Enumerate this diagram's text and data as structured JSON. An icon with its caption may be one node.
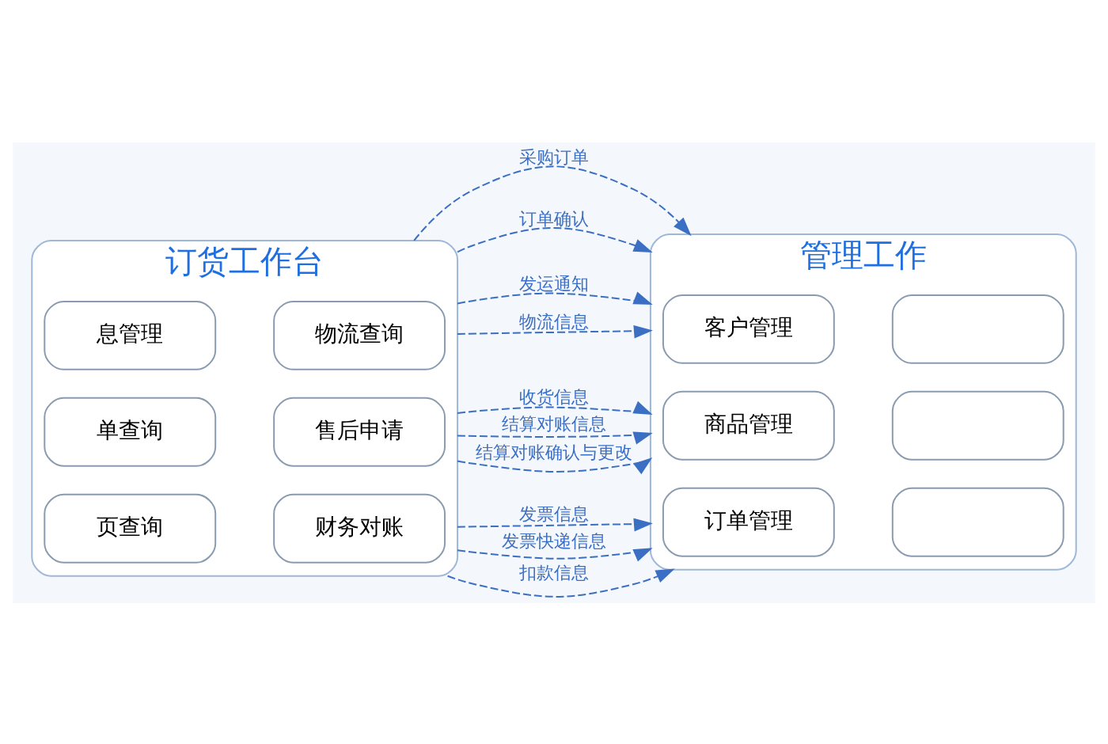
{
  "diagram": {
    "nodes": [
      {
        "text": [
          "订货工作台"
        ]
      },
      {
        "text": [
          "息管理"
        ],
        "in": 0
      },
      {
        "text": [
          "物流查询"
        ],
        "in": 0
      },
      {
        "text": [
          "单查询"
        ],
        "in": 0
      },
      {
        "text": [
          "售后申请"
        ],
        "in": 0
      },
      {
        "text": [
          "页查询"
        ],
        "in": 0
      },
      {
        "text": [
          "财务对账"
        ],
        "in": 0
      },
      {
        "text": [
          "管理工作"
        ]
      },
      {
        "text": [
          "客户管理"
        ],
        "in": 7
      },
      {
        "text": [],
        "shape": "box",
        "in": 7
      },
      {
        "text": [
          "商品管理"
        ],
        "in": 7
      },
      {
        "text": [],
        "shape": "box",
        "in": 7
      },
      {
        "text": [
          "订单管理"
        ],
        "in": 7
      },
      {
        "text": [],
        "shape": "box",
        "in": 7
      }
    ],
    "edges": [
      {
        "from": 0,
        "to": 7,
        "arrow": "to",
        "label": "采购订单",
        "style": "dashed"
      },
      {
        "from": 0,
        "to": 7,
        "arrow": "to",
        "label": "订单确认",
        "style": "dashed"
      },
      {
        "from": 0,
        "to": 7,
        "arrow": "to",
        "label": "发运通知",
        "style": "dashed"
      },
      {
        "from": 0,
        "to": 7,
        "arrow": "to",
        "label": "物流信息",
        "style": "dashed"
      },
      {
        "from": 0,
        "to": 7,
        "arrow": "to",
        "label": "收货信息",
        "style": "dashed"
      },
      {
        "from": 0,
        "to": 7,
        "arrow": "to",
        "label": "结算对账信息",
        "style": "dashed"
      },
      {
        "from": 0,
        "to": 7,
        "arrow": "to",
        "label": "结算对账确认与更改",
        "style": "dashed"
      },
      {
        "from": 0,
        "to": 7,
        "arrow": "to",
        "label": "发票信息",
        "style": "dashed"
      },
      {
        "from": 0,
        "to": 7,
        "arrow": "to",
        "label": "发票快递信息",
        "style": "dashed"
      },
      {
        "from": 0,
        "to": 7,
        "arrow": "to",
        "label": "扣款信息",
        "style": "dashed"
      }
    ]
  }
}
